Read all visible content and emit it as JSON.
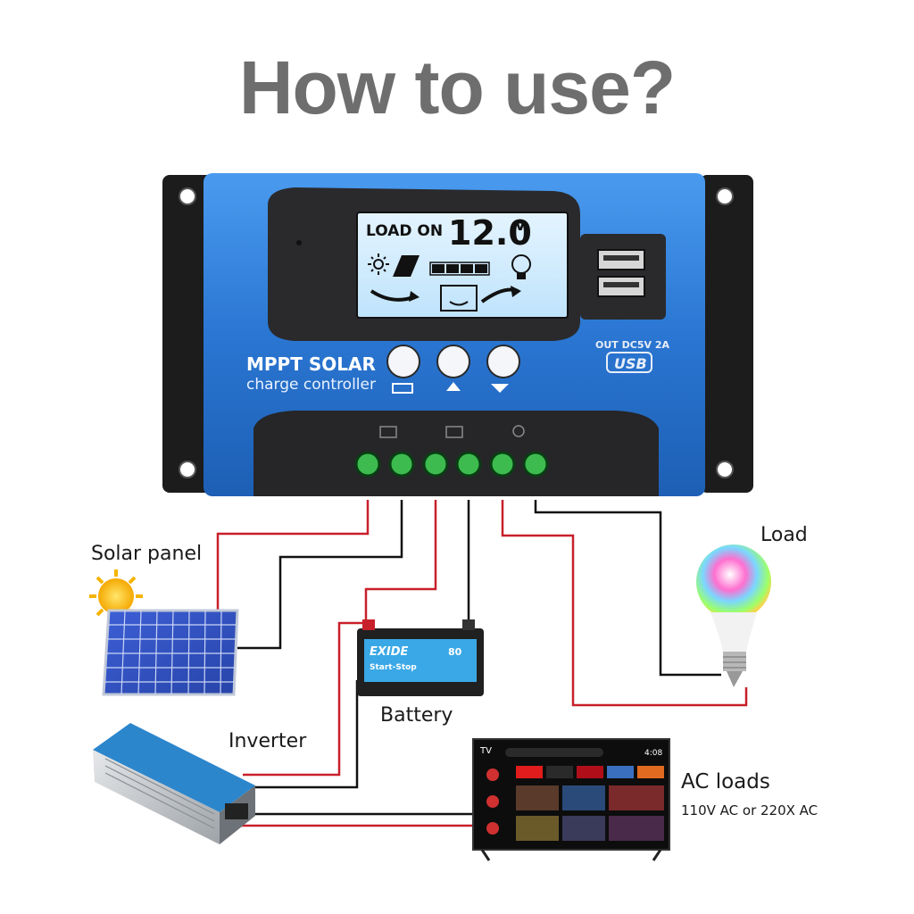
{
  "title": "How to use?",
  "controller": {
    "brand_line1": "MPPT SOLAR",
    "brand_line2": "charge controller",
    "lcd_status": "LOAD ON",
    "lcd_value": "12.0",
    "lcd_unit": "V",
    "usb_spec": "OUT DC5V 2A",
    "usb_label": "USB"
  },
  "components": {
    "solar_panel": "Solar panel",
    "load": "Load",
    "battery": "Battery",
    "battery_brand": "EXIDE",
    "battery_model": "Start-Stop",
    "battery_capacity": "80",
    "inverter": "Inverter",
    "ac_loads": "AC loads",
    "ac_loads_spec": "110V AC or 220X AC",
    "tv_corner": "TV",
    "tv_time": "4:08"
  },
  "colors": {
    "wire_red": "#c8202a",
    "wire_black": "#111111",
    "controller_blue": "#2f7fd8",
    "title_gray": "#6e6e6e"
  }
}
